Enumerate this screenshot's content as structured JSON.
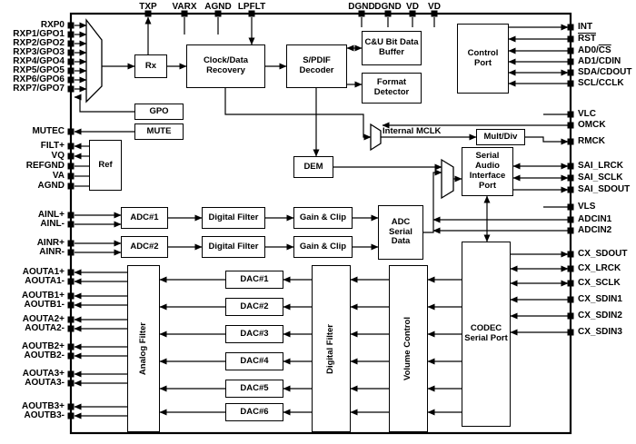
{
  "chip": {
    "pins": {
      "top": [
        {
          "label": "TXP"
        },
        {
          "label": "VARX"
        },
        {
          "label": "AGND"
        },
        {
          "label": "LPFLT"
        },
        {
          "label": "DGND"
        },
        {
          "label": "DGND"
        },
        {
          "label": "VD"
        },
        {
          "label": "VD"
        }
      ],
      "left": [
        {
          "label": "RXP0"
        },
        {
          "label": "RXP1/GPO1"
        },
        {
          "label": "RXP2/GPO2"
        },
        {
          "label": "RXP3/GPO3"
        },
        {
          "label": "RXP4/GPO4"
        },
        {
          "label": "RXP5/GPO5"
        },
        {
          "label": "RXP6/GPO6"
        },
        {
          "label": "RXP7/GPO7"
        },
        {
          "label": "MUTEC"
        },
        {
          "label": "FILT+"
        },
        {
          "label": "VQ"
        },
        {
          "label": "REFGND"
        },
        {
          "label": "VA"
        },
        {
          "label": "AGND"
        },
        {
          "label": "AINL+"
        },
        {
          "label": "AINL-"
        },
        {
          "label": "AINR+"
        },
        {
          "label": "AINR-"
        },
        {
          "label": "AOUTA1+"
        },
        {
          "label": "AOUTA1-"
        },
        {
          "label": "AOUTB1+"
        },
        {
          "label": "AOUTB1-"
        },
        {
          "label": "AOUTA2+"
        },
        {
          "label": "AOUTA2-"
        },
        {
          "label": "AOUTB2+"
        },
        {
          "label": "AOUTB2-"
        },
        {
          "label": "AOUTA3+"
        },
        {
          "label": "AOUTA3-"
        },
        {
          "label": "AOUTB3+"
        },
        {
          "label": "AOUTB3-"
        }
      ],
      "right": [
        {
          "label": "INT"
        },
        {
          "label": "RST"
        },
        {
          "pre": "AD0/",
          "ol": "CS"
        },
        {
          "label": "AD1/CDIN"
        },
        {
          "label": "SDA/CDOUT"
        },
        {
          "label": "SCL/CCLK"
        },
        {
          "label": "VLC"
        },
        {
          "label": "OMCK"
        },
        {
          "label": "RMCK"
        },
        {
          "label": "SAI_LRCK"
        },
        {
          "label": "SAI_SCLK"
        },
        {
          "label": "SAI_SDOUT"
        },
        {
          "label": "VLS"
        },
        {
          "label": "ADCIN1"
        },
        {
          "label": "ADCIN2"
        },
        {
          "label": "CX_SDOUT"
        },
        {
          "label": "CX_LRCK"
        },
        {
          "label": "CX_SCLK"
        },
        {
          "label": "CX_SDIN1"
        },
        {
          "label": "CX_SDIN2"
        },
        {
          "label": "CX_SDIN3"
        }
      ]
    },
    "blocks": {
      "rx": "Rx",
      "clock_data_recovery": "Clock/Data Recovery",
      "spdif_decoder": "S/PDIF Decoder",
      "cu_bit_data_buffer": "C&U Bit Data Buffer",
      "format_detector": "Format Detector",
      "control_port": "Control Port",
      "gpo": "GPO",
      "mute": "MUTE",
      "ref": "Ref",
      "internal_mclk": "Internal MCLK",
      "mult_div": "Mult/Div",
      "dem": "DEM",
      "sai_port": "Serial Audio Interface Port",
      "adc1": "ADC#1",
      "adc2": "ADC#2",
      "digital_filter_1": "Digital Filter",
      "digital_filter_2": "Digital Filter",
      "gain_clip_1": "Gain & Clip",
      "gain_clip_2": "Gain & Clip",
      "adc_serial_data": "ADC Serial Data",
      "analog_filter": "Analog Filter",
      "dac1": "DAC#1",
      "dac2": "DAC#2",
      "dac3": "DAC#3",
      "dac4": "DAC#4",
      "dac5": "DAC#5",
      "dac6": "DAC#6",
      "digital_filter_dac": "Digital Filter",
      "volume_control": "Volume Control",
      "codec_serial_port": "CODEC Serial Port"
    }
  }
}
